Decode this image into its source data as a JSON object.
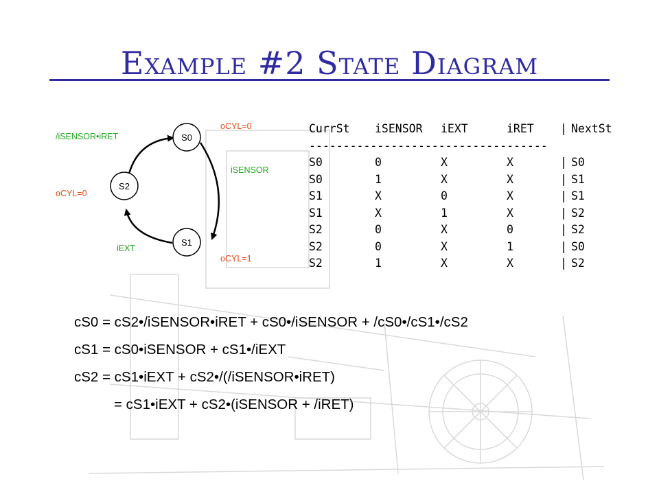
{
  "title": "Example #2 State Diagram",
  "colors": {
    "title": "#2f2ba0",
    "output_label": "#e04a17",
    "input_label": "#1fa81f"
  },
  "diagram": {
    "states": [
      {
        "id": "s0",
        "label": "S0"
      },
      {
        "id": "s1",
        "label": "S1"
      },
      {
        "id": "s2",
        "label": "S2"
      }
    ],
    "labels": {
      "s0_output": "oCYL=0",
      "s1_output": "oCYL=1",
      "s2_output": "oCYL=0",
      "s0_to_s1": "iSENSOR",
      "s1_to_s2": "iEXT",
      "s2_to_s0": "/iSENSOR•iRET"
    }
  },
  "table": {
    "headers": [
      "CurrSt",
      "iSENSOR",
      "iEXT",
      "iRET",
      "|",
      "NextSt"
    ],
    "divider": "-----------------------------------",
    "rows": [
      [
        "S0",
        "0",
        "X",
        "X",
        "|",
        "S0"
      ],
      [
        "S0",
        "1",
        "X",
        "X",
        "|",
        "S1"
      ],
      [
        "S1",
        "X",
        "0",
        "X",
        "|",
        "S1"
      ],
      [
        "S1",
        "X",
        "1",
        "X",
        "|",
        "S2"
      ],
      [
        "S2",
        "0",
        "X",
        "0",
        "|",
        "S2"
      ],
      [
        "S2",
        "0",
        "X",
        "1",
        "|",
        "S0"
      ],
      [
        "S2",
        "1",
        "X",
        "X",
        "|",
        "S2"
      ]
    ]
  },
  "equations": [
    "cS0 = cS2•/iSENSOR•iRET + cS0•/iSENSOR + /cS0•/cS1•/cS2",
    "cS1 = cS0•iSENSOR + cS1•/iEXT",
    "cS2 = cS1•iEXT + cS2•/(/iSENSOR•iRET)",
    "= cS1•iEXT + cS2•(iSENSOR + /iRET)"
  ]
}
